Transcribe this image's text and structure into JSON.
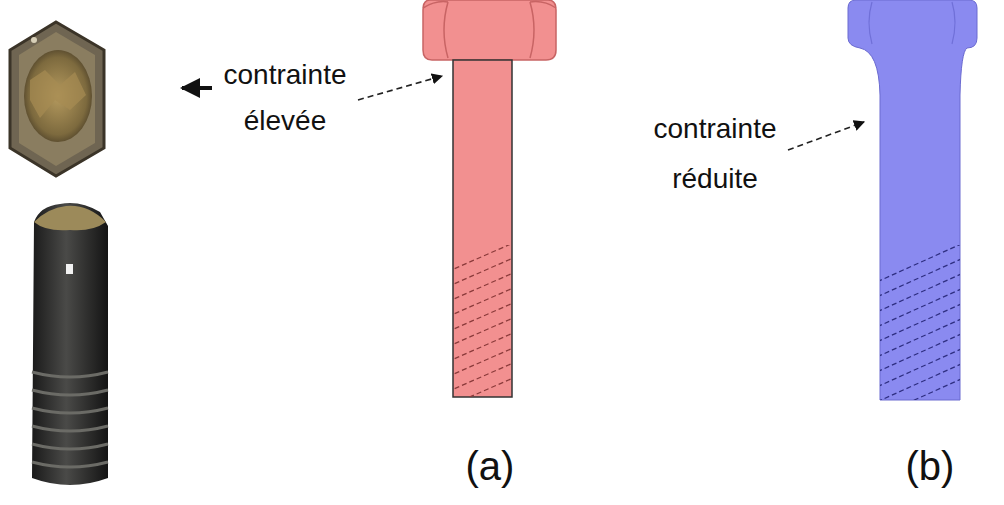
{
  "diagram": {
    "labels": [
      "contrainte élevée",
      "contrainte réduite",
      "(a)",
      "(b)"
    ]
  }
}
